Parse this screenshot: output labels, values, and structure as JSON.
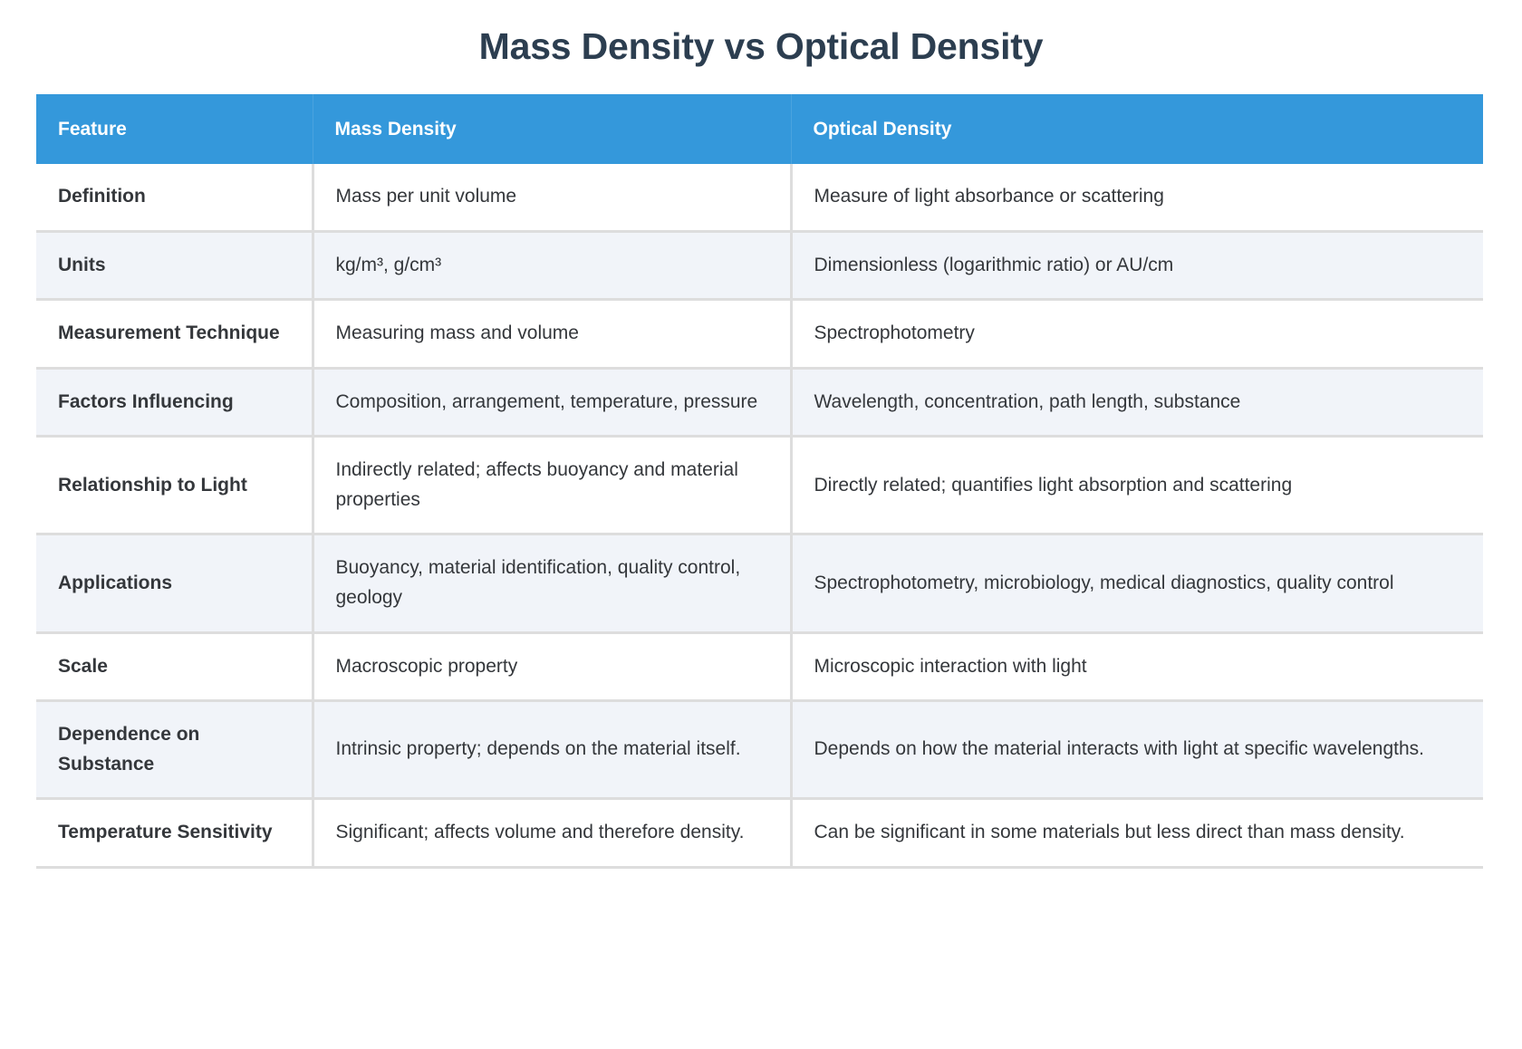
{
  "page": {
    "title": "Mass Density vs Optical Density",
    "background_color": "#ffffff",
    "title_color": "#2c3e50"
  },
  "table": {
    "header_background": "#3498db",
    "header_text_color": "#ffffff",
    "stripe_color": "#f1f4f9",
    "border_color": "#dddddd",
    "columns": [
      {
        "key": "feature",
        "label": "Feature"
      },
      {
        "key": "mass_density",
        "label": "Mass Density"
      },
      {
        "key": "optical_density",
        "label": "Optical Density"
      }
    ],
    "rows": [
      {
        "feature": "Definition",
        "mass_density": "Mass per unit volume",
        "optical_density": "Measure of light absorbance or scattering"
      },
      {
        "feature": "Units",
        "mass_density": "kg/m³, g/cm³",
        "optical_density": "Dimensionless (logarithmic ratio) or AU/cm"
      },
      {
        "feature": "Measurement Technique",
        "mass_density": "Measuring mass and volume",
        "optical_density": "Spectrophotometry"
      },
      {
        "feature": "Factors Influencing",
        "mass_density": "Composition, arrangement, temperature, pressure",
        "optical_density": "Wavelength, concentration, path length, substance"
      },
      {
        "feature": "Relationship to Light",
        "mass_density": "Indirectly related; affects buoyancy and material properties",
        "optical_density": "Directly related; quantifies light absorption and scattering"
      },
      {
        "feature": "Applications",
        "mass_density": "Buoyancy, material identification, quality control, geology",
        "optical_density": "Spectrophotometry, microbiology, medical diagnostics, quality control"
      },
      {
        "feature": "Scale",
        "mass_density": "Macroscopic property",
        "optical_density": "Microscopic interaction with light"
      },
      {
        "feature": "Dependence on Substance",
        "mass_density": "Intrinsic property; depends on the material itself.",
        "optical_density": "Depends on how the material interacts with light at specific wavelengths."
      },
      {
        "feature": "Temperature Sensitivity",
        "mass_density": "Significant; affects volume and therefore density.",
        "optical_density": "Can be significant in some materials but less direct than mass density."
      }
    ]
  }
}
